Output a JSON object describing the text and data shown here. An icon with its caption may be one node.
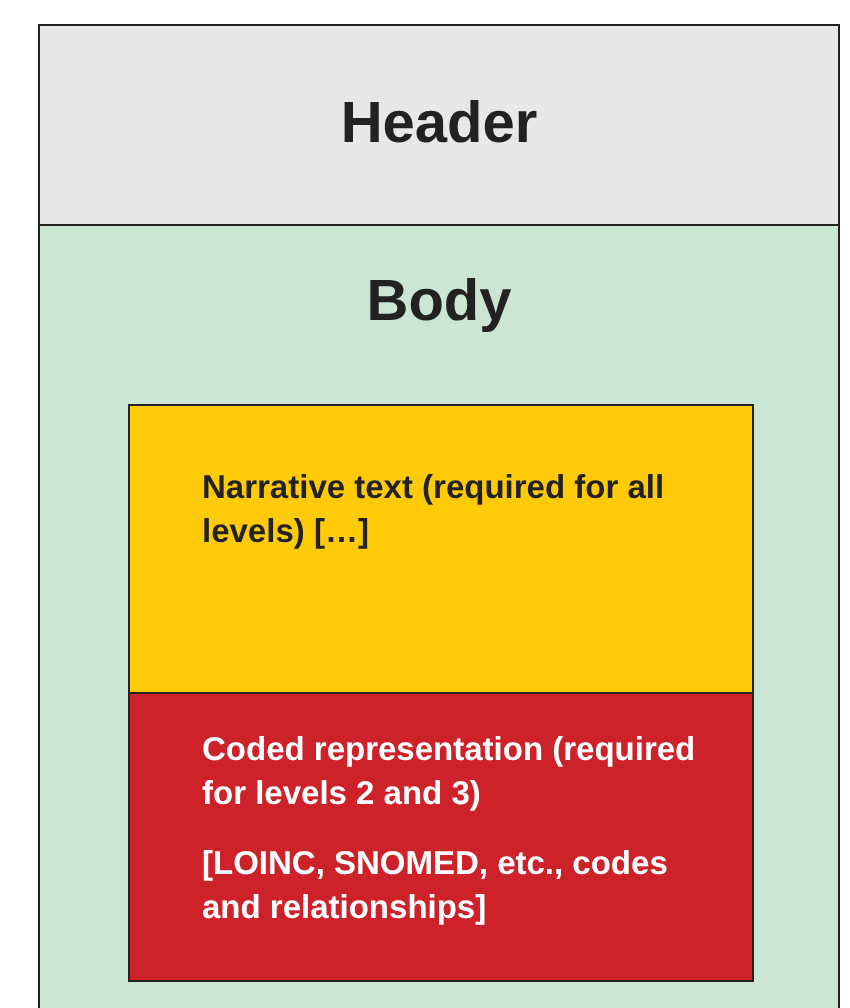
{
  "diagram": {
    "nodes": [
      {
        "text": [
          "Header"
        ]
      },
      {
        "text": [
          "Body"
        ]
      },
      {
        "text": [
          "Narrative text (required for all levels) […]"
        ],
        "in": 1
      },
      {
        "text": [
          "Coded representation (required for levels 2 and 3)",
          "[LOINC, SNOMED, etc., codes and relationships]"
        ],
        "in": 1
      }
    ],
    "edges": []
  }
}
